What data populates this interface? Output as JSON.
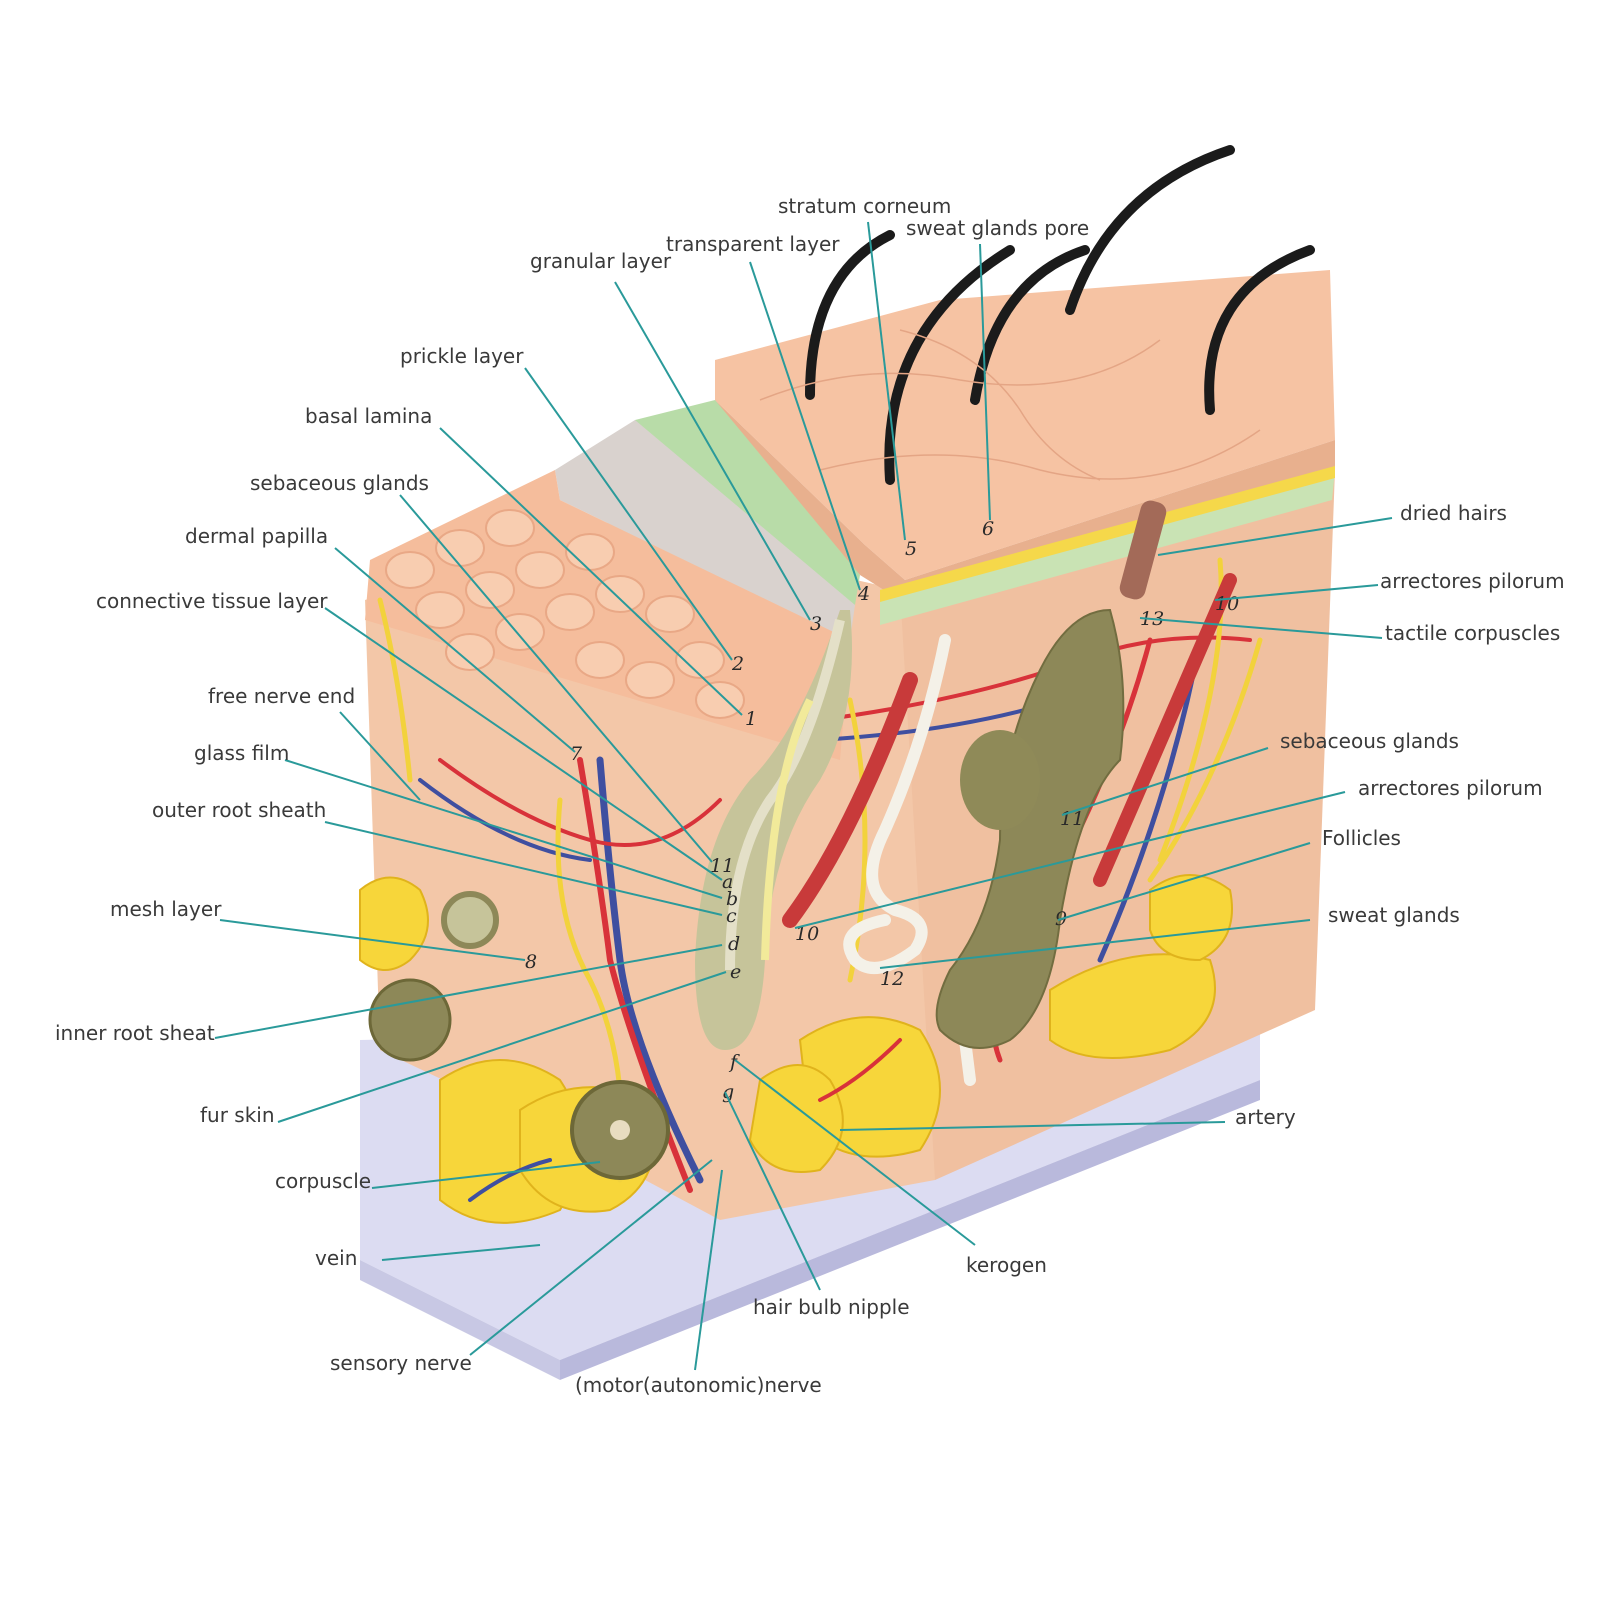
{
  "labels": {
    "stratum_corneum": "stratum corneum",
    "sweat_glands_pore": "sweat glands pore",
    "transparent_layer": "transparent layer",
    "granular_layer": "granular layer",
    "prickle_layer": "prickle layer",
    "basal_lamina": "basal lamina",
    "sebaceous_glands_left": "sebaceous glands",
    "dermal_papilla": "dermal papilla",
    "connective_tissue_layer": "connective tissue layer",
    "free_nerve_end": "free nerve end",
    "glass_film": "glass film",
    "outer_root_sheath": "outer root sheath",
    "mesh_layer": "mesh layer",
    "inner_root_sheat": "inner root sheat",
    "fur_skin": "fur skin",
    "corpuscle": "corpuscle",
    "vein": "vein",
    "sensory_nerve": "sensory nerve",
    "motor_autonomic_nerve": "(motor(autonomic)nerve",
    "hair_bulb_nipple": "hair bulb nipple",
    "kerogen": "kerogen",
    "artery": "artery",
    "sweat_glands": "sweat glands",
    "follicles": "Follicles",
    "arrectores_pilorum_lower": "arrectores pilorum",
    "sebaceous_glands_right": "sebaceous glands",
    "tactile_corpuscles": "tactile corpuscles",
    "arrectores_pilorum_upper": "arrectores pilorum",
    "dried_hairs": "dried hairs"
  },
  "markers": {
    "m1": "1",
    "m2": "2",
    "m3": "3",
    "m4": "4",
    "m5": "5",
    "m6": "6",
    "m7": "7",
    "m8": "8",
    "m9": "9",
    "m10a": "10",
    "m10b": "10",
    "m11a": "11",
    "m11b": "11",
    "m12": "12",
    "m13": "13",
    "ma": "a",
    "mb": "b",
    "mc": "c",
    "md": "d",
    "me": "e",
    "mf": "f",
    "mg": "g"
  },
  "colors": {
    "leader_line": "#2a9a9a",
    "skin": "#f3c7a8",
    "epidermis_top": "#f6c3a3",
    "fat": "#f7d63a",
    "artery": "#d8323a",
    "vein": "#3f4fa0",
    "nerve": "#f2d23c",
    "follicle": "#8d8858",
    "base": "#dcdcf2"
  }
}
